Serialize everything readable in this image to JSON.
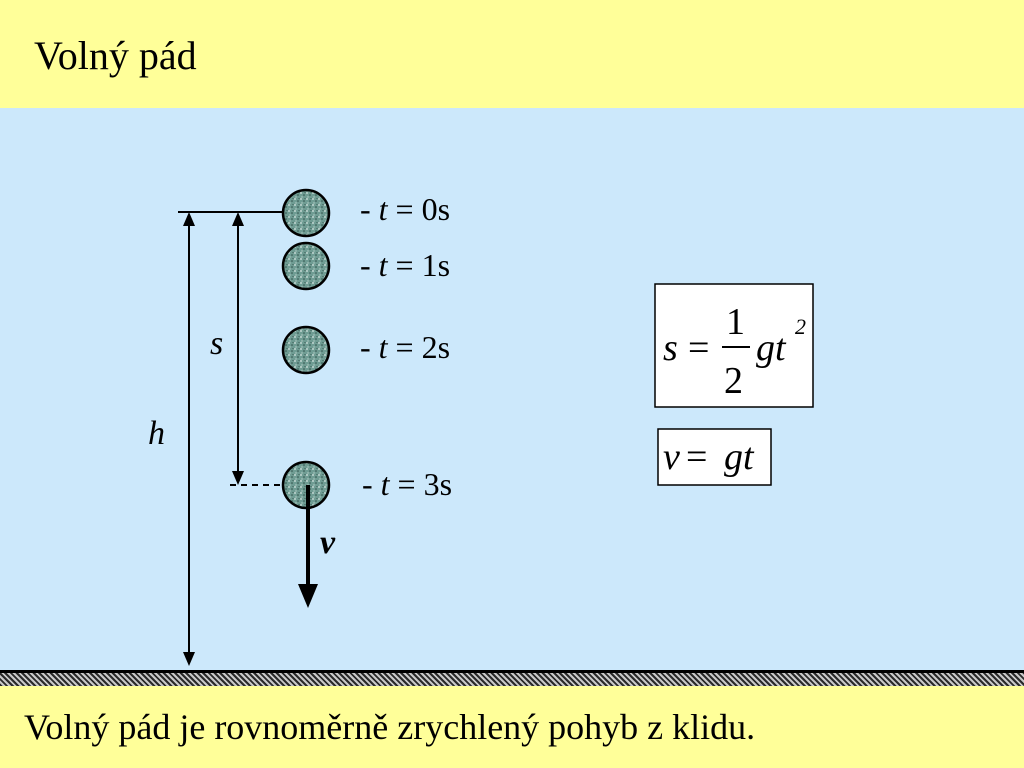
{
  "title": "Volný pád",
  "footer_text": "Volný pád je rovnoměrně zrychlený pohyb z klidu.",
  "labels": {
    "height": "h",
    "distance": "s",
    "velocity": "v"
  },
  "time_marks": [
    {
      "prefix": "- ",
      "var": "t",
      "eq": " = 0s"
    },
    {
      "prefix": "- ",
      "var": "t",
      "eq": " = 1s"
    },
    {
      "prefix": "- ",
      "var": "t",
      "eq": " = 2s"
    },
    {
      "prefix": "- ",
      "var": "t",
      "eq": " = 3s"
    }
  ],
  "formula_distance": {
    "lhs": "s",
    "equals": "=",
    "numerator": "1",
    "denominator": "2",
    "rhs": "gt",
    "exponent": "2"
  },
  "formula_velocity": {
    "lhs": "v",
    "equals": "=",
    "rhs": "gt"
  },
  "colors": {
    "header_bg": "#ffff99",
    "stage_bg": "#cce8fb",
    "ball_fill": "#7fa8a0"
  }
}
